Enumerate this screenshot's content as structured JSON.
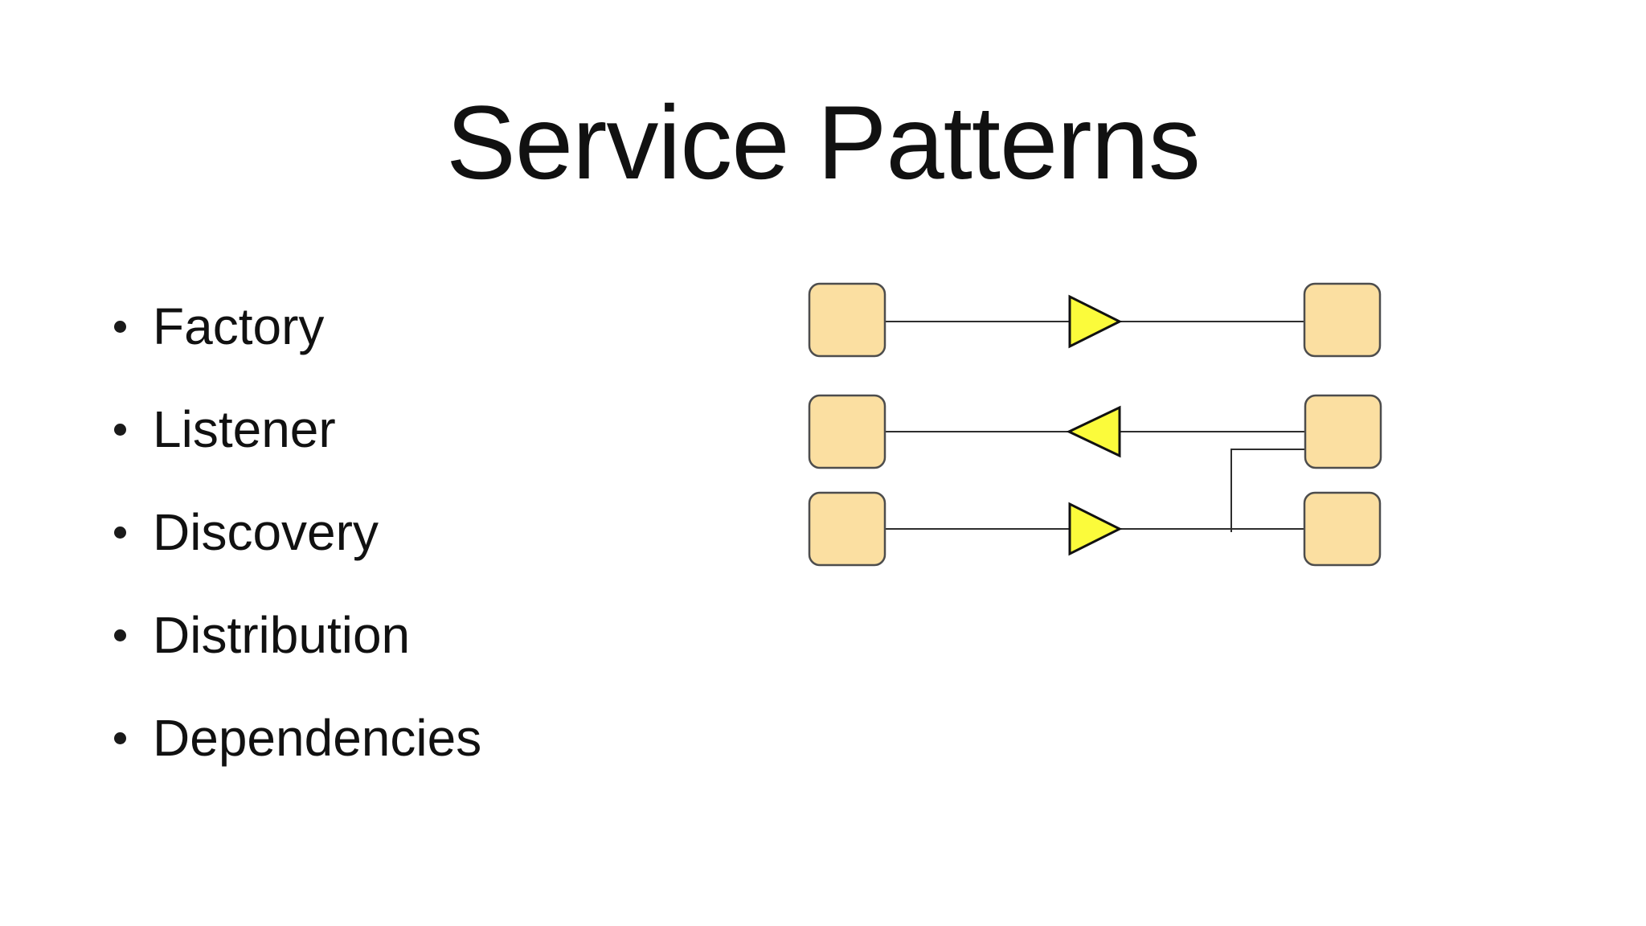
{
  "slide": {
    "title": "Service Patterns",
    "bullets": [
      "Factory",
      "Listener",
      "Discovery",
      "Distribution",
      "Dependencies"
    ]
  },
  "diagram": {
    "rows": [
      {
        "id": "row-1",
        "arrow_direction": "right"
      },
      {
        "id": "row-2",
        "arrow_direction": "left"
      },
      {
        "id": "row-3",
        "arrow_direction": "right"
      }
    ],
    "elbow_connector": {
      "from": "row-2-right-node",
      "to": "row-3-connector-line"
    },
    "colors": {
      "background": "#ffffff",
      "text": "#111111",
      "node_fill": "#fbdfa1",
      "node_border": "#4d4d4d",
      "arrow_fill": "#fbfb3b",
      "arrow_border": "#111111",
      "line": "#2e2e2e"
    }
  }
}
